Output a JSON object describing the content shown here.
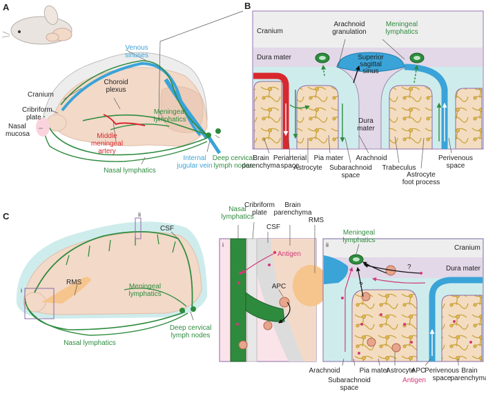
{
  "panels": {
    "a": "A",
    "b": "B",
    "c": "C",
    "ci": "i",
    "cii": "ii"
  },
  "colors": {
    "lymphatic": "#2e8b3e",
    "venous": "#3aa3d8",
    "artery": "#d8282e",
    "antigen": "#d2397b",
    "brain": "#f2d9c8",
    "csf": "#cfecec",
    "dura": "#e2d8e8",
    "cranium": "#eeeeee",
    "frame": "#8a6aa8"
  },
  "a_labels": {
    "cranium": "Cranium",
    "cribriform": [
      "Cribriform",
      "plate"
    ],
    "nasal_mucosa": [
      "Nasal",
      "mucosa"
    ],
    "venous_sinuses": [
      "Venous",
      "sinuses"
    ],
    "choroid": [
      "Choroid",
      "plexus"
    ],
    "meningeal": [
      "Meningeal",
      "lymphatics"
    ],
    "middle_artery": [
      "Middle",
      "meningeal",
      "artery"
    ],
    "jugular": [
      "Internal",
      "jugular vein"
    ],
    "deep_nodes": [
      "Deep cervical",
      "lymph nodes"
    ],
    "nasal_lymph": "Nasal lymphatics"
  },
  "b_labels": {
    "cranium": "Cranium",
    "arachnoid_gran": [
      "Arachnoid",
      "granulation"
    ],
    "meningeal": [
      "Meningeal",
      "lymphatics"
    ],
    "dura_top": "Dura mater",
    "sss": [
      "Superior",
      "sagittal",
      "sinus"
    ],
    "dura_mid": [
      "Dura",
      "mater"
    ],
    "brain_par": [
      "Brain",
      "parenchyma"
    ],
    "periarterial": [
      "Periarterial",
      "space"
    ],
    "astrocyte": "Astrocyte",
    "pia": "Pia mater",
    "subarachnoid": [
      "Subarachnoid",
      "space"
    ],
    "arachnoid": "Arachnoid",
    "trabeculus": "Trabeculus",
    "foot": [
      "Astrocyte",
      "foot process"
    ],
    "perivenous": [
      "Perivenous",
      "space"
    ]
  },
  "c_labels": {
    "csf": "CSF",
    "rms": "RMS",
    "meningeal": [
      "Meningeal",
      "lymphatics"
    ],
    "deep_nodes": [
      "Deep cervical",
      "lymph nodes"
    ],
    "nasal_lymph": "Nasal lymphatics"
  },
  "ci_labels": {
    "nasal": [
      "Nasal",
      "lymphatics"
    ],
    "cribriform": [
      "Cribriform",
      "plate"
    ],
    "csf": "CSF",
    "brain": [
      "Brain",
      "parenchyma"
    ],
    "rms": "RMS",
    "antigen": "Antigen",
    "apc": "APC"
  },
  "cii_labels": {
    "meningeal": [
      "Meningeal",
      "lymphatics"
    ],
    "cranium": "Cranium",
    "dura": "Dura mater",
    "question": "?",
    "arachnoid": "Arachnoid",
    "subarachnoid": [
      "Subarachnoid",
      "space"
    ],
    "pia": "Pia mater",
    "astrocyte": "Astrocyte",
    "apc": "APC",
    "antigen": "Antigen",
    "perivenous": [
      "Perivenous",
      "space"
    ],
    "brain": [
      "Brain",
      "parenchyma"
    ]
  }
}
